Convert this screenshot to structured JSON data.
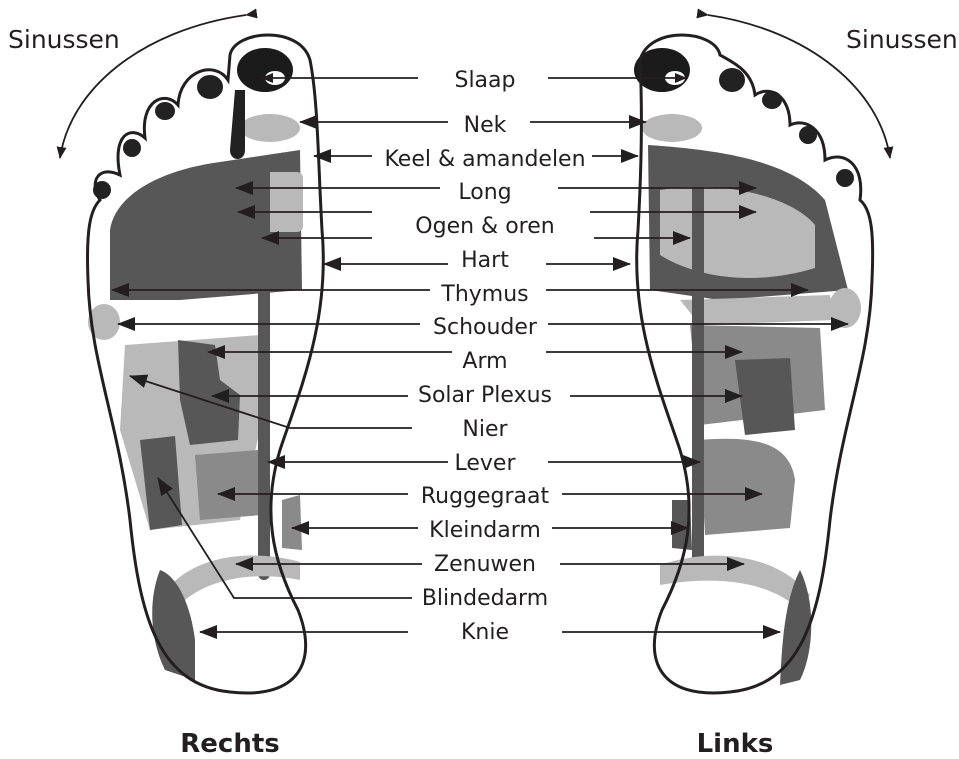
{
  "sinus_label": "Sinussen",
  "side_right": "Rechts",
  "side_left": "Links",
  "zones": [
    "Slaap",
    "Nek",
    "Keel & amandelen",
    "Long",
    "Ogen & oren",
    "Hart",
    "Thymus",
    "Schouder",
    "Arm",
    "Solar Plexus",
    "Nier",
    "Lever",
    "Ruggegraat",
    "Kleindarm",
    "Zenuwen",
    "Blindedarm",
    "Knie"
  ]
}
